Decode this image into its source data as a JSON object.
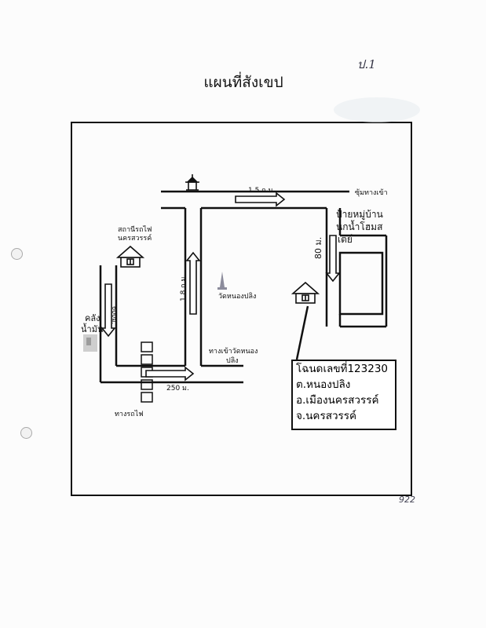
{
  "page_number": "ป.1",
  "title": "แผนที่สังเขป",
  "signature_mark": "922",
  "labels": {
    "road_top_distance": "1.5 ก.ม.",
    "junction": "ซุ้มทางเข้า",
    "village_sign_line1": "ป้ายหมู่บ้าน",
    "village_sign_line2": "นกน้ำโฮมส",
    "village_sign_line3": "เตย์",
    "right_road_distance": "80 ม.",
    "station_line1": "สถานีรถไฟ",
    "station_line2": "นครสวรรค์",
    "mid_road_distance": "1.8 ก.ม.",
    "temple": "วัดหนองปลิง",
    "left_road_distance": "600ม.",
    "depot_line1": "คลัง",
    "depot_line2": "น้ำมัน",
    "temple_entrance_line1": "ทางเข้าวัดหนอง",
    "temple_entrance_line2": "ปลิง",
    "bottom_road_distance": "250 ม.",
    "railway": "ทางรถไฟ"
  },
  "deed": {
    "line1": "โฉนดเลขที่123230",
    "line2": "ต.หนองปลิง",
    "line3": "อ.เมืองนครสวรรค์",
    "line4": "จ.นครสวรรค์"
  }
}
